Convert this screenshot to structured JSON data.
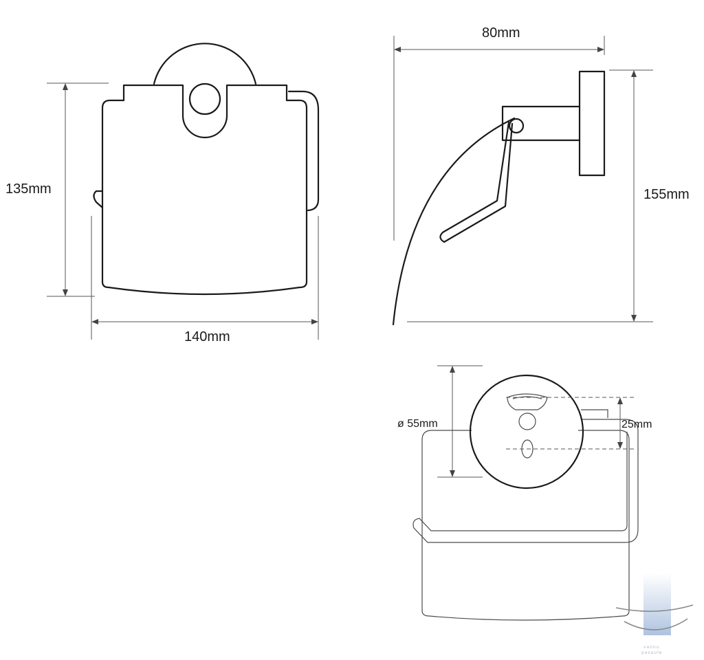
{
  "dimensions": {
    "front_height": "135mm",
    "front_width": "140mm",
    "side_depth": "80mm",
    "side_height": "155mm",
    "base_diameter": "ø 55mm",
    "hole_spacing": "25mm"
  },
  "watermark": {
    "text_line1": "vannu",
    "text_line2": "pasaule"
  },
  "colors": {
    "line": "#1a1a1a",
    "dimension": "#555555",
    "watermark": "#b8c8e0"
  }
}
